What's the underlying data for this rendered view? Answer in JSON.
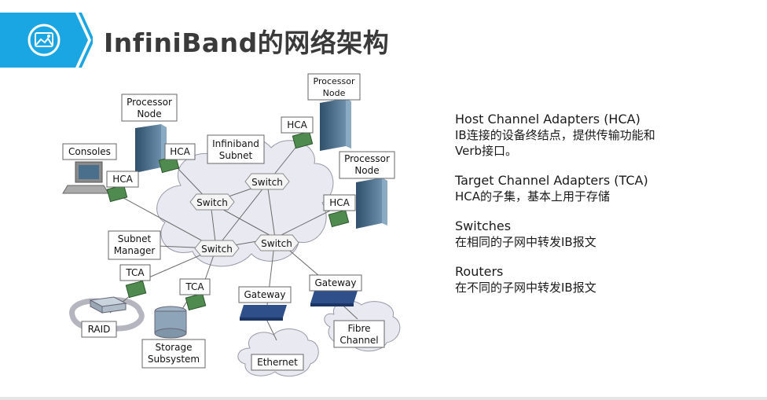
{
  "title": "InfiniBand的网络架构",
  "diagram": {
    "cloud_label_1": "Infiniband",
    "cloud_label_2": "Subnet",
    "nodes": [
      {
        "id": "pn1",
        "line1": "Processor",
        "line2": "Node"
      },
      {
        "id": "pn2",
        "line1": "Processor",
        "line2": "Node"
      },
      {
        "id": "pn3",
        "line1": "Processor",
        "line2": "Node"
      },
      {
        "id": "consoles",
        "line1": "Consoles",
        "line2": ""
      },
      {
        "id": "subnet-manager",
        "line1": "Subnet",
        "line2": "Manager"
      },
      {
        "id": "raid",
        "line1": "RAID",
        "line2": ""
      },
      {
        "id": "storage",
        "line1": "Storage",
        "line2": "Subsystem"
      },
      {
        "id": "ethernet",
        "line1": "Ethernet",
        "line2": ""
      },
      {
        "id": "fibre",
        "line1": "Fibre",
        "line2": "Channel"
      }
    ],
    "adapters": {
      "hca": "HCA",
      "tca": "TCA"
    },
    "switch_label": "Switch",
    "gateway_label": "Gateway"
  },
  "legend": [
    {
      "term": "Host Channel Adapters (HCA)",
      "desc1": "IB连接的设备终结点，提供传输功能和",
      "desc2": "Verb接口。"
    },
    {
      "term": "Target Channel Adapters (TCA)",
      "desc1": "HCA的子集，基本上用于存储",
      "desc2": ""
    },
    {
      "term": "Switches",
      "desc1": "在相同的子网中转发IB报文",
      "desc2": ""
    },
    {
      "term": "Routers",
      "desc1": "在不同的子网中转发IB报文",
      "desc2": ""
    }
  ],
  "colors": {
    "banner": "#1aa6e2",
    "cloud": "#e9e9f2",
    "box_border": "#666666",
    "server": "#4a6f8c"
  }
}
